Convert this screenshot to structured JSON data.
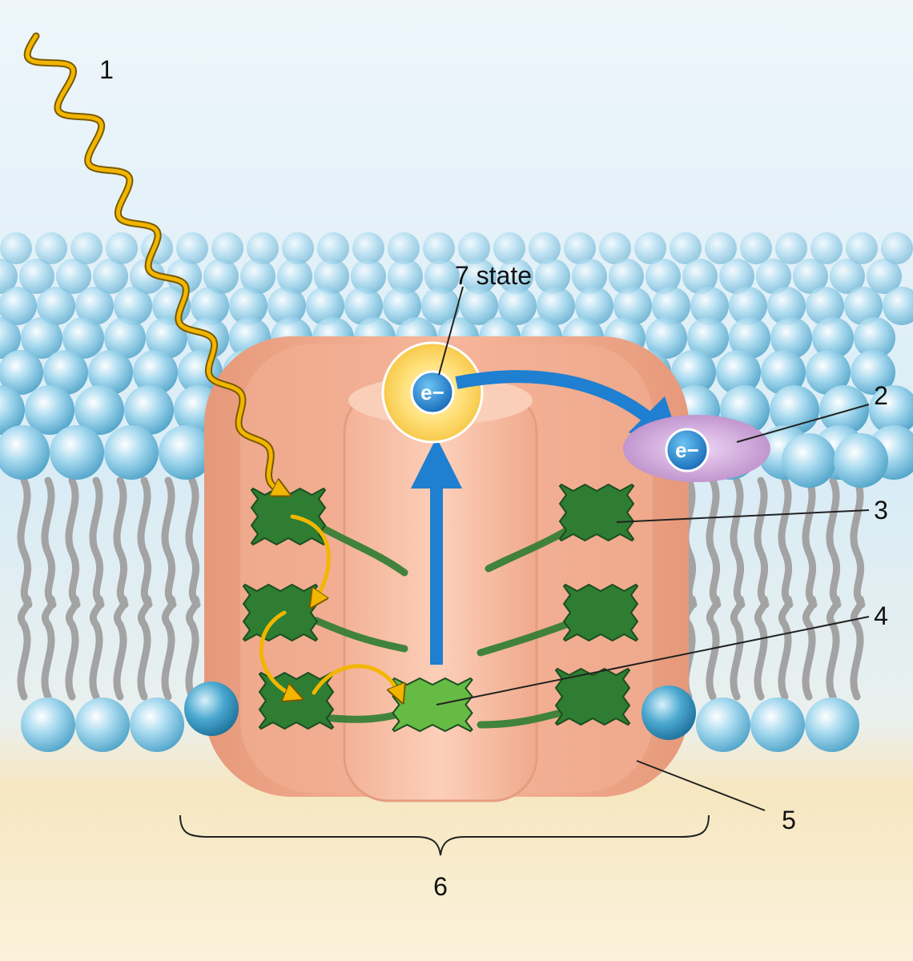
{
  "labels": {
    "l1": "1",
    "l2": "2",
    "l3": "3",
    "l4": "4",
    "l5": "5",
    "l6": "6",
    "l7": "7 state"
  },
  "electron_symbol": "e−",
  "colors": {
    "photon": "#f2b600",
    "electron_arrow": "#1f7fd0",
    "pigment": "#2e7d32",
    "reaction_center": "#66bb44",
    "protein": "#f2a98b",
    "acceptor": "#c99ad3",
    "lipid_head": "#8fcde8",
    "lipid_tail": "#9e9e9e",
    "stroma": "#f5e9c8",
    "lumen": "#ddeef7"
  },
  "icons": [
    "photon-wave-icon",
    "electron-transfer-arrow-icon",
    "pigment-molecule-icon",
    "electron-icon"
  ]
}
